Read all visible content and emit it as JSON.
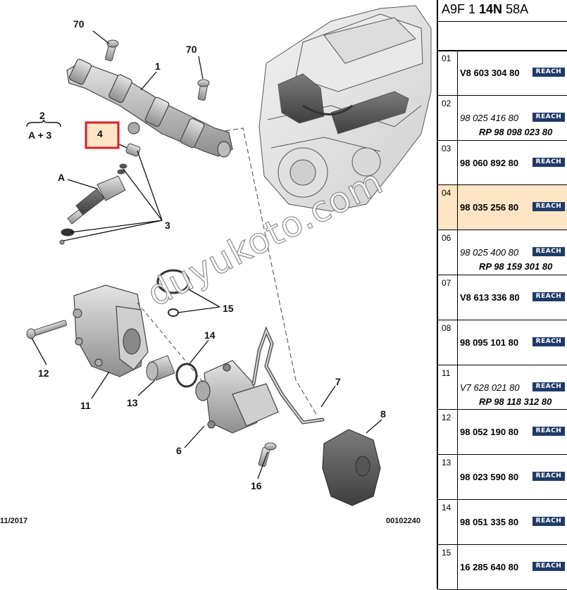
{
  "diagram": {
    "callouts": {
      "c70a": "70",
      "c70b": "70",
      "c1": "1",
      "c2": "2",
      "cA3": "A + 3",
      "c4": "4",
      "cA": "A",
      "c3": "3",
      "c15": "15",
      "c14": "14",
      "c12": "12",
      "c11": "11",
      "c13": "13",
      "c7": "7",
      "c8": "8",
      "c6": "6",
      "c16": "16"
    },
    "date_code": "11/2017",
    "drawing_number": "00102240",
    "watermark": "duyukoto.com"
  },
  "parts_table": {
    "header": {
      "prefix": "A9F 1 ",
      "bold": "14N",
      "suffix": " 58A"
    },
    "reach_label": "REACH",
    "rows": [
      {
        "index": "01",
        "part_number": "V8 603 304 80",
        "status": "current",
        "replacement": ""
      },
      {
        "index": "02",
        "part_number": "98 025 416 80",
        "status": "superseded",
        "replacement": "RP 98 098 023 80"
      },
      {
        "index": "03",
        "part_number": "98 060 892 80",
        "status": "current",
        "replacement": ""
      },
      {
        "index": "04",
        "part_number": "98 035 256 80",
        "status": "current",
        "replacement": "",
        "highlighted": true
      },
      {
        "index": "06",
        "part_number": "98 025 400 80",
        "status": "superseded",
        "replacement": "RP 98 159 301 80"
      },
      {
        "index": "07",
        "part_number": "V8 613 336 80",
        "status": "current",
        "replacement": ""
      },
      {
        "index": "08",
        "part_number": "98 095 101 80",
        "status": "current",
        "replacement": ""
      },
      {
        "index": "11",
        "part_number": "V7 628 021 80",
        "status": "superseded",
        "replacement": "RP 98 118 312 80"
      },
      {
        "index": "12",
        "part_number": "98 052 190 80",
        "status": "current",
        "replacement": ""
      },
      {
        "index": "13",
        "part_number": "98 023 590 80",
        "status": "current",
        "replacement": ""
      },
      {
        "index": "14",
        "part_number": "98 051 335 80",
        "status": "current",
        "replacement": ""
      },
      {
        "index": "15",
        "part_number": "16 285 640 80",
        "status": "current",
        "replacement": ""
      }
    ]
  },
  "colors": {
    "highlight_row": "#fde5c5",
    "highlight_box": "#d8202a",
    "reach_badge": "#1f3a68"
  }
}
